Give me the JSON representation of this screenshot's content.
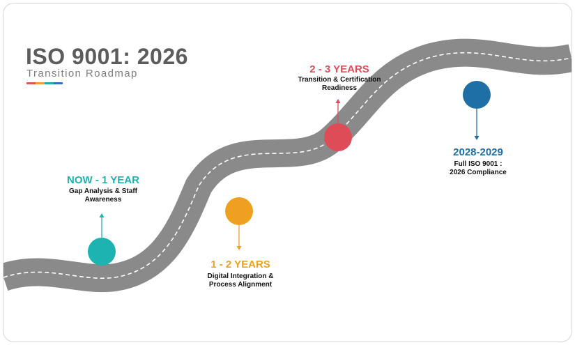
{
  "title": "ISO 9001: 2026",
  "subtitle": "Transition Roadmap",
  "accent_colors": [
    "#e4534d",
    "#f0a032",
    "#1bb0ae",
    "#2a72c8"
  ],
  "road": {
    "surface_color": "#8a8a8a",
    "lane_color": "#ffffff"
  },
  "milestones": [
    {
      "period": "NOW - 1 YEAR",
      "desc_line1": "Gap Analysis & Staff",
      "desc_line2": "Awareness",
      "color": "#1db3b0",
      "arrow": "up"
    },
    {
      "period": "1 - 2 YEARS",
      "desc_line1": "Digital Integration &",
      "desc_line2": "Process Alignment",
      "color": "#f0a020",
      "arrow": "down"
    },
    {
      "period": "2 - 3 YEARS",
      "desc_line1": "Transition & Certification",
      "desc_line2": "Readiness",
      "color": "#de4c57",
      "arrow": "up"
    },
    {
      "period": "2028-2029",
      "desc_line1": "Full ISO 9001 :",
      "desc_line2": "2026 Compliance",
      "color": "#1e6fa6",
      "arrow": "down"
    }
  ]
}
